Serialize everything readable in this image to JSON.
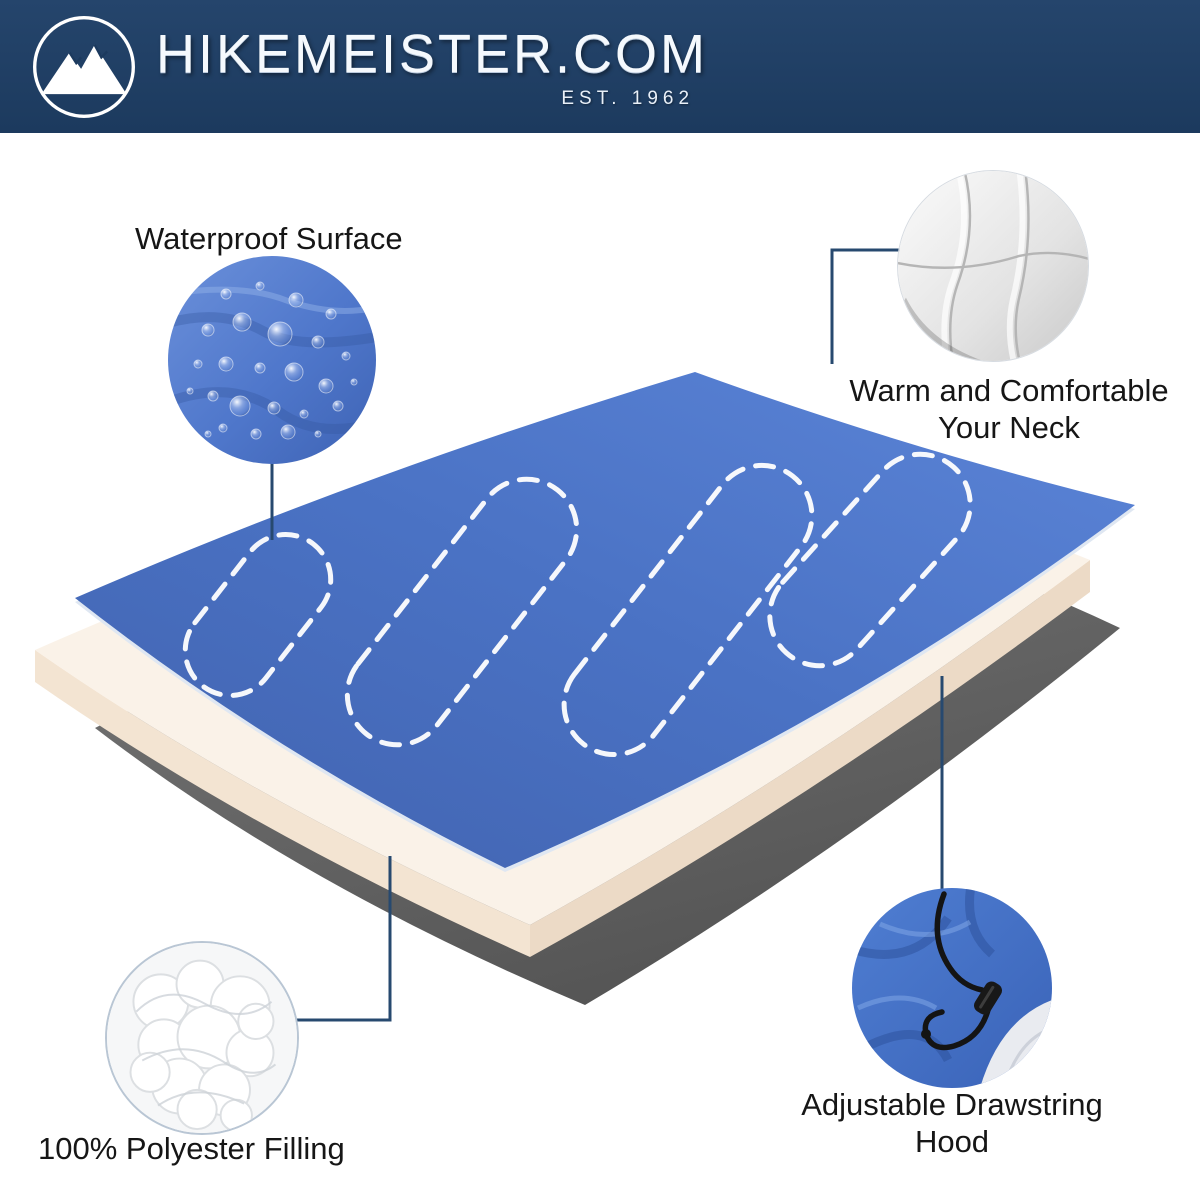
{
  "header": {
    "brand": "HIKEMEISTER.COM",
    "established": "EST. 1962"
  },
  "callouts": {
    "waterproof": {
      "label": "Waterproof Surface"
    },
    "neck": {
      "line1": "Warm and Comfortable",
      "line2": "Your Neck"
    },
    "filling": {
      "label": "100% Polyester Filling"
    },
    "hood": {
      "line1": "Adjustable Drawstring",
      "line2": "Hood"
    }
  },
  "diagram": {
    "layers": [
      {
        "name": "waterproof-top-layer",
        "color": "#4a72c4"
      },
      {
        "name": "polyester-filling-layer",
        "color": "#faf2e8"
      },
      {
        "name": "bottom-layer",
        "color": "#676767"
      }
    ],
    "stitching_color": "#ffffff"
  },
  "colors": {
    "banner": "#1f3d63",
    "connector": "#27496f",
    "text": "#161616"
  }
}
